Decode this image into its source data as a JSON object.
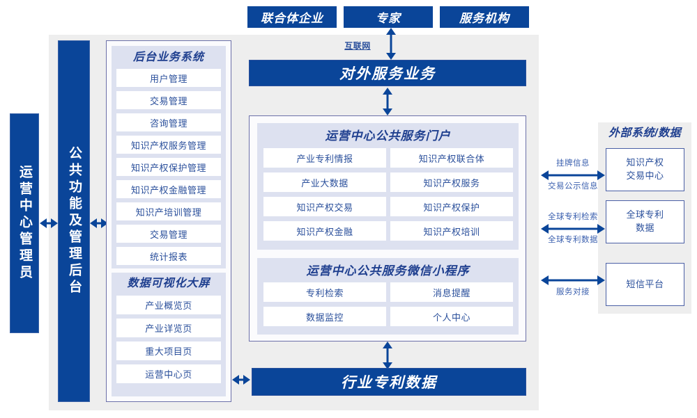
{
  "top_actors": [
    {
      "label": "联合体企业"
    },
    {
      "label": "专家"
    },
    {
      "label": "服务机构"
    }
  ],
  "internet_label": "互联网",
  "external_service_bar": "对外服务业务",
  "industry_data_bar": "行业专利数据",
  "left_columns": [
    {
      "label": "运营中心管理员"
    },
    {
      "label": "公共功能及管理后台"
    }
  ],
  "backoffice": {
    "title": "后台业务系统",
    "items": [
      "用户管理",
      "交易管理",
      "咨询管理",
      "知识产权服务管理",
      "知识产权保护管理",
      "知识产权金融管理",
      "知识产培训管理",
      "交易管理",
      "统计报表"
    ]
  },
  "dashboard": {
    "title": "数据可视化大屏",
    "items": [
      "产业概览页",
      "产业详览页",
      "重大项目页",
      "运营中心页"
    ]
  },
  "portal": {
    "title": "运营中心公共服务门户",
    "items": [
      "产业专利情报",
      "知识产权联合体",
      "产业大数据",
      "知识产权服务",
      "知识产权交易",
      "知识产权保护",
      "知识产权金融",
      "知识产权培训"
    ]
  },
  "miniprogram": {
    "title": "运营中心公共服务微信小程序",
    "items": [
      "专利检索",
      "消息提醒",
      "数据监控",
      "个人中心"
    ]
  },
  "external": {
    "title": "外部系统/数据",
    "boxes": [
      {
        "line1": "知识产权",
        "line2": "交易中心"
      },
      {
        "line1": "全球专利",
        "line2": "数据"
      },
      {
        "line1": "短信平台",
        "line2": ""
      }
    ],
    "connector_labels": [
      {
        "above": "挂牌信息",
        "below": "交易公示信息"
      },
      {
        "above": "全球专利检索",
        "below": "全球专利数据"
      },
      {
        "above": "",
        "below": "服务对接"
      }
    ]
  },
  "colors": {
    "brand_blue": "#0a4599",
    "text_blue": "#2a4f9b",
    "lavender": "#dde1f0",
    "panel_border": "#6b6fa8",
    "gray": "#eeeeee"
  }
}
